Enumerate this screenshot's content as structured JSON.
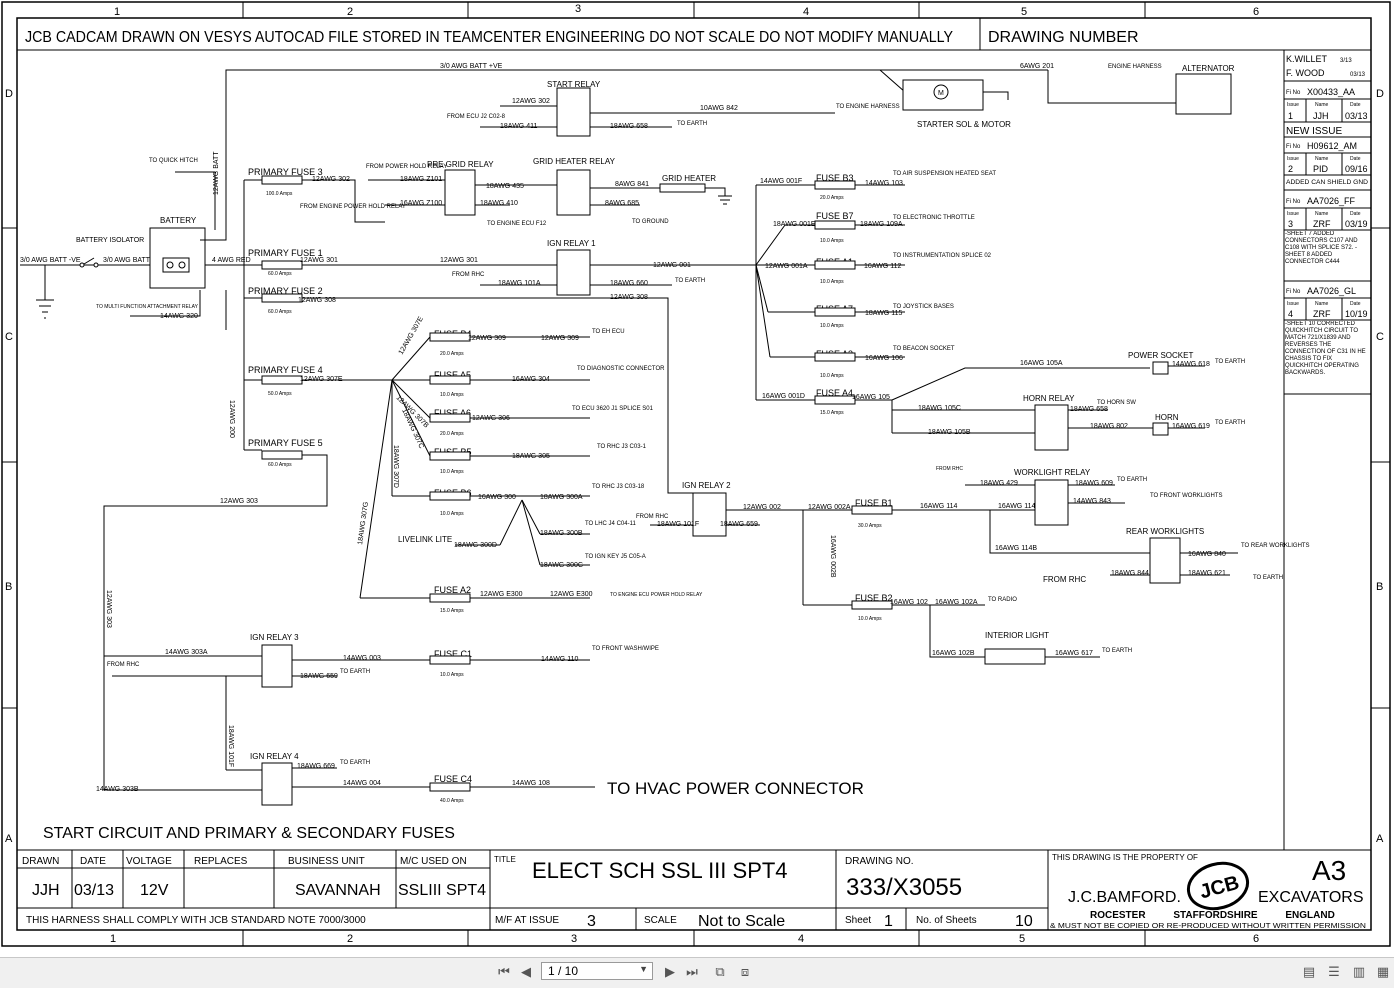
{
  "border": {
    "cols": [
      "1",
      "2",
      "3",
      "4",
      "5",
      "6"
    ],
    "rows": [
      "D",
      "C",
      "B",
      "A"
    ]
  },
  "header": {
    "banner": "JCB CADCAM DRAWN ON VESYS  AUTOCAD FILE STORED IN TEAMCENTER ENGINEERING DO NOT SCALE  DO NOT MODIFY MANUALLY",
    "drawing_number_label": "DRAWING NUMBER"
  },
  "revisions": {
    "names": [
      "K.WILLET",
      "F. WOOD"
    ],
    "dates": [
      "3/13",
      "03/13"
    ],
    "entries": [
      {
        "file": "X00433_AA",
        "issue": "1",
        "name": "JJH",
        "date": "03/13",
        "note": "NEW ISSUE"
      },
      {
        "file": "H09612_AM",
        "issue": "2",
        "name": "PID",
        "date": "09/16",
        "note": "ADDED CAN SHIELD GND"
      },
      {
        "file": "AA7026_FF",
        "issue": "3",
        "name": "ZRF",
        "date": "03/19",
        "note": "-SHEET 7 ADDED CONNECTORS C107 AND C108 WITH SPLICE S72. -SHEET 8 ADDED CONNECTOR C444"
      },
      {
        "file": "AA7026_GL",
        "issue": "4",
        "name": "ZRF",
        "date": "10/19",
        "note": "-SHEET 10 CORRECTED QUICKHITCH CIRCUIT TO MATCH 721/X1839 AND REVERSES THE CONNECTION OF C31 IN HE CHASSIS TO FIX QUICKHITCH OPERATING BACKWARDS."
      }
    ],
    "col_issue": "Issue",
    "col_name": "Name",
    "col_date": "Date",
    "file_label": "Fi No"
  },
  "components": {
    "battery": "BATTERY",
    "battery_isolator": "BATTERY ISOLATOR",
    "start_relay": "START RELAY",
    "pre_grid_relay": "PRE GRID RELAY",
    "grid_heater_relay": "GRID HEATER RELAY",
    "grid_heater": "GRID HEATER",
    "ign_relay_1": "IGN RELAY 1",
    "ign_relay_2": "IGN RELAY 2",
    "ign_relay_3": "IGN RELAY 3",
    "ign_relay_4": "IGN RELAY 4",
    "starter": "STARTER SOL & MOTOR",
    "alternator": "ALTERNATOR",
    "power_socket": "POWER SOCKET",
    "horn_relay": "HORN RELAY",
    "horn": "HORN",
    "worklight_relay": "WORKLIGHT RELAY",
    "rear_worklights": "REAR WORKLIGHTS",
    "interior_light": "INTERIOR LIGHT",
    "livelink": "LIVELINK LITE",
    "primary_fuse_3": "PRIMARY FUSE 3",
    "primary_fuse_1": "PRIMARY FUSE 1",
    "primary_fuse_2": "PRIMARY FUSE 2",
    "primary_fuse_4": "PRIMARY FUSE 4",
    "primary_fuse_5": "PRIMARY FUSE 5"
  },
  "fuses": [
    {
      "name": "FUSE B3",
      "amps": "20.0 Amps"
    },
    {
      "name": "FUSE B7",
      "amps": "10.0 Amps"
    },
    {
      "name": "FUSE A1",
      "amps": "10.0 Amps"
    },
    {
      "name": "FUSE A7",
      "amps": "10.0 Amps"
    },
    {
      "name": "FUSE A3",
      "amps": "10.0 Amps"
    },
    {
      "name": "FUSE A4",
      "amps": "15.0 Amps"
    },
    {
      "name": "FUSE B4",
      "amps": "20.0 Amps"
    },
    {
      "name": "FUSE A5",
      "amps": "10.0 Amps"
    },
    {
      "name": "FUSE A6",
      "amps": "20.0 Amps"
    },
    {
      "name": "FUSE B5",
      "amps": "10.0 Amps"
    },
    {
      "name": "FUSE B6",
      "amps": "10.0 Amps"
    },
    {
      "name": "FUSE A2",
      "amps": "15.0 Amps"
    },
    {
      "name": "FUSE C1",
      "amps": "10.0 Amps"
    },
    {
      "name": "FUSE C4",
      "amps": "40.0 Amps"
    },
    {
      "name": "FUSE B1",
      "amps": "30.0 Amps"
    },
    {
      "name": "FUSE B2",
      "amps": "10.0 Amps"
    }
  ],
  "primary_amps": {
    "pf3": "100.0 Amps",
    "pf1": "60.0 Amps",
    "pf2": "60.0 Amps",
    "pf4": "50.0 Amps",
    "pf5": "60.0 Amps"
  },
  "wires": {
    "batt_ve": "3/0 AWG BATT +VE",
    "batt_ve_left": "3/0 AWG BATT -VE",
    "batt_ve_mid": "3/0 AWG BATT",
    "w201": "6AWG 201",
    "w302": "12AWG 302",
    "w842": "10AWG 842",
    "w411": "18AWG 411",
    "w658": "18AWG 658",
    "w435": "18AWG 435",
    "w841": "8AWG 841",
    "w410": "18AWG 410",
    "w685": "8AWG 685",
    "z101": "18AWG Z101",
    "z100": "16AWG Z100",
    "w301": "12AWG 301",
    "w660": "18AWG 660",
    "w001": "12AWG 001",
    "w308": "12AWG 308",
    "w101a": "18AWG 101A",
    "w320": "14AWG 320",
    "red": "4 AWG RED",
    "w200": "12AWG 200",
    "batt12": "12AWG BATT",
    "w303": "12AWG 303",
    "w001f": "14AWG 001F",
    "w103": "14AWG 103",
    "w001e": "18AWG 001E",
    "w109a": "18AWG 109A",
    "w001a": "12AWG 001A",
    "w112": "16AWG 112",
    "w115": "18AWG 115",
    "w106": "16AWG 106",
    "w105": "16AWG 105",
    "w001d": "16AWG 001D",
    "w105a": "16AWG 105A",
    "w105c": "18AWG 105C",
    "w105b": "18AWG 105B",
    "w802": "18AWG 802",
    "w618": "14AWG 618",
    "w619": "16AWG 619",
    "w309": "12AWG 309",
    "w304": "16AWG 304",
    "w306": "12AWG 306",
    "w305": "18AWG 305",
    "w300": "16AWG 300",
    "w300a": "18AWG 300A",
    "w300b": "18AWG 300B",
    "w300c": "18AWG 300C",
    "w300d": "18AWG 300D",
    "e300": "12AWG E300",
    "w002": "12AWG 002",
    "w002a": "12AWG 002A",
    "w002b": "16AWG 002B",
    "w114": "16AWG 114",
    "w114a": "16AWG 114A",
    "w114b": "16AWG 114B",
    "w429": "18AWG 429",
    "w609": "18AWG 609",
    "w843": "14AWG 843",
    "w840": "16AWG 840",
    "w621": "18AWG 621",
    "w844": "18AWG 844",
    "w102": "16AWG 102",
    "w102a": "16AWG 102A",
    "w102b": "16AWG 102B",
    "w617": "16AWG 617",
    "w303a": "14AWG 303A",
    "w303b": "14AWG 303B",
    "w003": "14AWG 003",
    "w110": "14AWG 110",
    "w659": "18AWG 659",
    "w669": "18AWG 669",
    "w004": "14AWG 004",
    "w108": "14AWG 108",
    "w101f": "18AWG 101F",
    "w307e": "12AWG 307E",
    "w307b": "12AWG 307B",
    "w307c": "18AWG 307C",
    "w307d": "18AWG 307D",
    "w307g": "18AWG 307G"
  },
  "destinations": {
    "quick_hitch": "TO QUICK HITCH",
    "multi_function": "TO MULTI FUNCTION ATTACHMENT RELAY",
    "engine_harness": "TO ENGINE HARNESS",
    "earth": "TO EARTH",
    "ground": "TO GROUND",
    "ecu_f12": "TO ENGINE ECU F12",
    "air_susp": "TO AIR SUSPENSION HEATED SEAT",
    "throttle": "TO ELECTRONIC THROTTLE",
    "instr": "TO INSTRUMENTATION SPLICE 02",
    "joystick": "TO JOYSTICK BASES",
    "beacon": "TO BEACON SOCKET",
    "eh_ecu": "TO EH ECU",
    "diag": "TO DIAGNOSTIC CONNECTOR",
    "ecu_j1": "TO ECU 3620 J1 SPLICE S01",
    "rhc_j3": "TO RHC J3 C03-1",
    "rhc_j3b": "TO RHC J3 C03-18",
    "lhc_j4": "TO LHC J4 C04-11",
    "ign_key": "TO IGN KEY J5 C05-A",
    "ecu_power": "TO ENGINE ECU POWER HOLD RELAY",
    "front_wash": "TO FRONT WASH/WIPE",
    "hvac": "TO HVAC POWER CONNECTOR",
    "horn_sw": "TO HORN SW",
    "front_work": "TO FRONT WORKLIGHTS",
    "rear_work": "TO REAR WORKLIGHTS",
    "radio": "TO RADIO",
    "from_rhc": "FROM RHC",
    "from_ecu": "FROM ECU J2 C02-8",
    "from_power_hold": "FROM POWER HOLD RELAY",
    "from_engine_power": "FROM ENGINE POWER HOLD RELAY",
    "engine_harness_label": "ENGINE HARNESS"
  },
  "section_title": "START CIRCUIT AND PRIMARY & SECONDARY FUSES",
  "title_block": {
    "drawn_label": "DRAWN",
    "drawn": "JJH",
    "date_label": "DATE",
    "date": "03/13",
    "voltage_label": "VOLTAGE",
    "voltage": "12V",
    "replaces_label": "REPLACES",
    "replaces": "",
    "bu_label": "BUSINESS UNIT",
    "bu": "SAVANNAH",
    "mc_label": "M/C USED ON",
    "mc": "SSLIII SPT4",
    "title_label": "TITLE",
    "title": "ELECT SCH SSL III SPT4",
    "drawing_no_label": "DRAWING NO.",
    "drawing_no": "333/X3055",
    "property": "THIS DRAWING IS THE PROPERTY OF",
    "company": "J.C.BAMFORD.",
    "logo": "JCB",
    "size": "A3",
    "division": "EXCAVATORS",
    "location": "ROCESTER          STAFFORDSHIRE          ENGLAND",
    "copy_notice": "& MUST NOT BE COPIED OR RE-PRODUCED WITHOUT WRITTEN PERMISSION",
    "standard_note": "THIS HARNESS SHALL COMPLY WITH JCB STANDARD NOTE 7000/3000",
    "mf_label": "M/F AT ISSUE",
    "mf": "3",
    "scale_label": "SCALE",
    "scale": "Not to Scale",
    "sheet_label": "Sheet",
    "sheet": "1",
    "sheets_label": "No. of Sheets",
    "sheets": "10"
  },
  "viewer": {
    "page_value": "1 / 10"
  }
}
